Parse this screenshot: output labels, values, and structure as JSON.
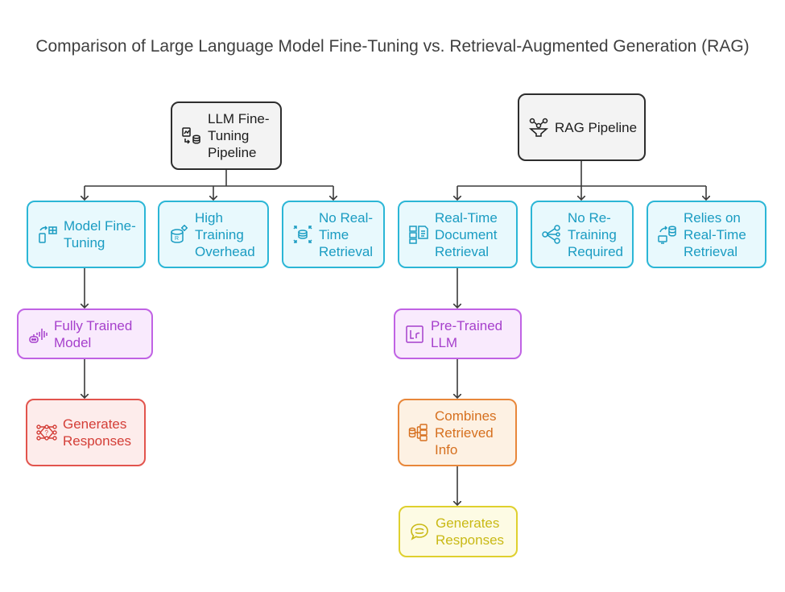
{
  "title": "Comparison of Large Language Model Fine-Tuning vs. Retrieval-Augmented Generation (RAG)",
  "colors": {
    "root": "#2d2d2d",
    "cyan": "#2bb6d6",
    "purple": "#c062e4",
    "red": "#e2544d",
    "orange": "#e8873a",
    "yellow": "#dfd02e",
    "connector": "#3a3a3a"
  },
  "fine_tuning": {
    "root": {
      "label": "LLM Fine-\nTuning\nPipeline",
      "icon": "data-transfer-icon"
    },
    "branches": [
      {
        "label": "Model Fine-\nTuning",
        "icon": "device-sync-icon"
      },
      {
        "label": "High\nTraining\nOverhead",
        "icon": "database-gear-icon"
      },
      {
        "label": "No Real-\nTime\nRetrieval",
        "icon": "database-expand-icon"
      }
    ],
    "chain": [
      {
        "label": "Fully Trained\nModel",
        "icon": "robot-voice-icon"
      },
      {
        "label": "Generates\nResponses",
        "icon": "neural-network-icon"
      }
    ]
  },
  "rag": {
    "root": {
      "label": "RAG Pipeline",
      "icon": "funnel-network-icon"
    },
    "branches": [
      {
        "label": "Real-Time\nDocument\nRetrieval",
        "icon": "document-list-icon"
      },
      {
        "label": "No Re-\nTraining\nRequired",
        "icon": "share-nodes-icon"
      },
      {
        "label": "Relies on\nReal-Time\nRetrieval",
        "icon": "database-sync-icon"
      }
    ],
    "chain": [
      {
        "label": "Pre-Trained\nLLM",
        "icon": "lr-badge-icon"
      },
      {
        "label": "Combines\nRetrieved\nInfo",
        "icon": "merge-data-icon"
      },
      {
        "label": "Generates\nResponses",
        "icon": "chat-bubble-icon"
      }
    ]
  }
}
